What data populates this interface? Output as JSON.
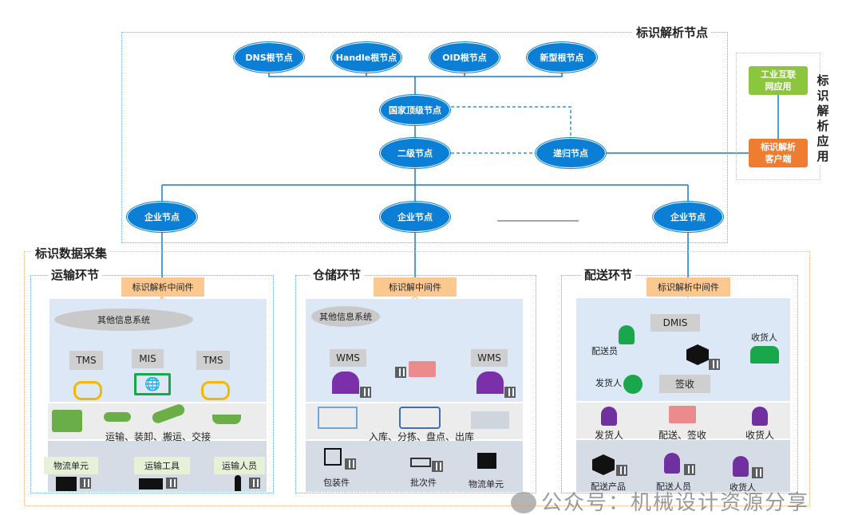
{
  "resolution_nodes": {
    "title": "标识解析节点",
    "roots": [
      "DNS\n根节点",
      "Handle\n根节点",
      "OID\n根节点",
      "新型\n根节点"
    ],
    "root_lines": [
      [
        "DNS",
        "根节点"
      ],
      [
        "Handle",
        "根节点"
      ],
      [
        "OID",
        "根节点"
      ],
      [
        "新型",
        "根节点"
      ]
    ],
    "national": [
      "国家顶",
      "级节点"
    ],
    "secondary": [
      "二级",
      "节点"
    ],
    "recursive": [
      "递归",
      "节点"
    ],
    "enterprise": [
      [
        "企业",
        "节点"
      ],
      [
        "企业",
        "节点"
      ],
      [
        "企业",
        "节点"
      ]
    ]
  },
  "application": {
    "title": "标识解析应用",
    "industrial_app": [
      "工业互联",
      "网应用"
    ],
    "client": [
      "标识解析",
      "客户端"
    ]
  },
  "collection": {
    "title": "标识数据采集",
    "transport": {
      "title": "运输环节",
      "middleware": "标识解析中间件",
      "other": "其他信息系统",
      "systems": [
        "TMS",
        "MIS",
        "TMS"
      ],
      "activities": "运输、装卸、搬运、交接",
      "objects": [
        "物流单元",
        "运输工具",
        "运输人员"
      ]
    },
    "storage": {
      "title": "仓储环节",
      "middleware": "标识解中间件",
      "other": "其他信息系统",
      "systems": [
        "WMS",
        "WMS"
      ],
      "activities": "入库、分拣、盘点、出库",
      "objects": [
        "包装件",
        "批次件",
        "物流单元"
      ]
    },
    "delivery": {
      "title": "配送环节",
      "middleware": "标识解析中间件",
      "system": "DMIS",
      "courier": "配送员",
      "receiver": "收货人",
      "sender": "发货人",
      "sign": "签收",
      "row2": [
        "发货人",
        "配送、签收",
        "收货人"
      ],
      "objects": [
        "配送产品",
        "配送人员",
        "收货人"
      ]
    }
  },
  "watermark": "公众号：机械设计资源分享",
  "colors": {
    "node_blue": "#0b7fd6",
    "middleware": "#fbc891",
    "green_app": "#8cc63f",
    "orange_client": "#ee7d31"
  }
}
